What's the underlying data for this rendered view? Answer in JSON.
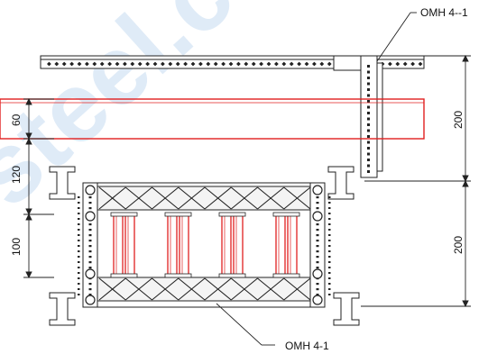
{
  "watermark": "steel.com",
  "callouts": {
    "top": "OMH 4--1",
    "bottom": "OMH 4-1"
  },
  "dimensions": {
    "left": [
      "60",
      "120",
      "100"
    ],
    "right": [
      "200",
      "200"
    ]
  },
  "colors": {
    "line": "#222222",
    "accent": "#e02020",
    "watermark": "#b9d3ee"
  }
}
